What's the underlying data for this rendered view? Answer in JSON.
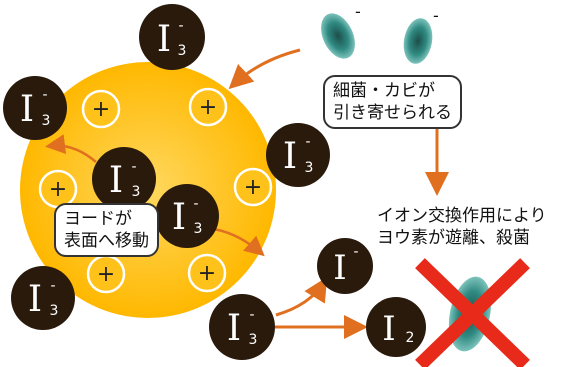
{
  "ion": {
    "base": "I",
    "sub": "3",
    "charge": "-"
  },
  "ion_single": {
    "base": "I",
    "charge": "-"
  },
  "iodine": {
    "base": "I",
    "sub": "2"
  },
  "plus_symbol": "+",
  "bacteria_charge": "-",
  "labels": {
    "bacteria": [
      "細菌・カビが",
      "引き寄せられる"
    ],
    "move": [
      "ヨードが",
      "表面へ移動"
    ],
    "kill": [
      "イオン交換作用により",
      "ヨウ素が遊離、殺菌"
    ]
  },
  "colors": {
    "bead": "#ffc21a",
    "ion_dark": "#2a1a0c",
    "arrow": "#e07020",
    "bacteria": "#2f8a82",
    "cross": "#e82a1a"
  }
}
